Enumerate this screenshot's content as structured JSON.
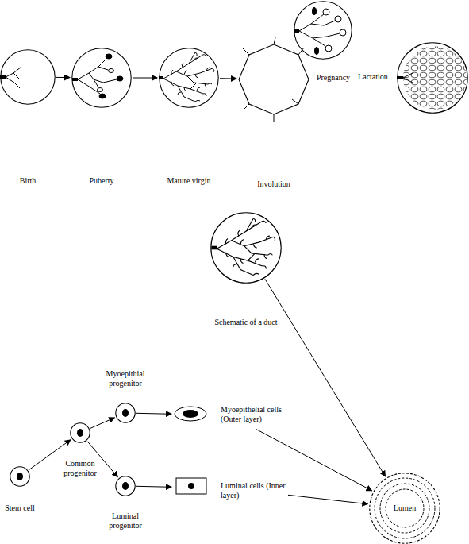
{
  "diagram": {
    "nodes": [
      {
        "text": [
          "Birth"
        ]
      },
      {
        "text": [
          "Puberty"
        ]
      },
      {
        "text": [
          "Mature virgin"
        ]
      },
      {
        "text": [
          "Involution"
        ]
      },
      {
        "text": [
          "Pregnancy"
        ]
      },
      {
        "text": [
          "Lactation"
        ]
      },
      {
        "text": [
          "Schematic of a duct"
        ]
      },
      {
        "text": [
          "Stem cell"
        ]
      },
      {
        "text": [
          "Common progenitor"
        ]
      },
      {
        "text": [
          "Myoepithial progenitor"
        ]
      },
      {
        "text": [
          "Luminal progenitor"
        ]
      },
      {
        "text": [
          "Myoepithelial cells (Outer layer)"
        ]
      },
      {
        "text": [
          "Luminal cells (Inner layer)"
        ]
      },
      {
        "text": [
          "Lumen"
        ]
      }
    ],
    "edges": [
      {
        "from": 0,
        "to": 1,
        "arrow": "to"
      },
      {
        "from": 1,
        "to": 2,
        "arrow": "to"
      },
      {
        "from": 2,
        "to": 3,
        "arrow": "to"
      },
      {
        "from": 6,
        "to": 13,
        "arrow": "to"
      },
      {
        "from": 7,
        "to": 8,
        "arrow": "to"
      },
      {
        "from": 8,
        "to": 9,
        "arrow": "to"
      },
      {
        "from": 8,
        "to": 10,
        "arrow": "to"
      },
      {
        "from": 9,
        "to": 11,
        "arrow": "to"
      },
      {
        "from": 10,
        "to": 12,
        "arrow": "to"
      },
      {
        "from": 11,
        "to": 13,
        "arrow": "to"
      },
      {
        "from": 12,
        "to": 13,
        "arrow": "to"
      }
    ]
  }
}
